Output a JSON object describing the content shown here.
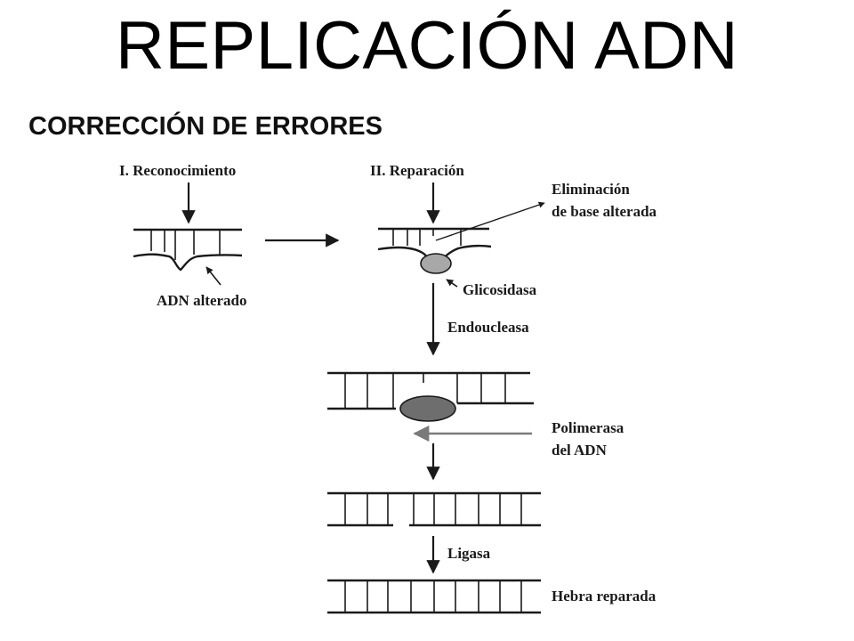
{
  "title": "REPLICACIÓN ADN",
  "subtitle": "CORRECCIÓN DE ERRORES",
  "labels": {
    "step1": "I. Reconocimiento",
    "step2": "II. Reparación",
    "eliminacion_line1": "Eliminación",
    "eliminacion_line2": "de base alterada",
    "adn_alterado": "ADN alterado",
    "glicosidasa": "Glicosidasa",
    "endonucleasa": "Endoucleasa",
    "polimerasa_line1": "Polimerasa",
    "polimerasa_line2": "del ADN",
    "ligasa": "Ligasa",
    "hebra_reparada": "Hebra reparada"
  },
  "colors": {
    "line": "#1a1a1a",
    "enzyme_light": "#a8a8a8",
    "enzyme_dark": "#6e6e6e",
    "polymerase_arrow": "#7a7a7a"
  }
}
